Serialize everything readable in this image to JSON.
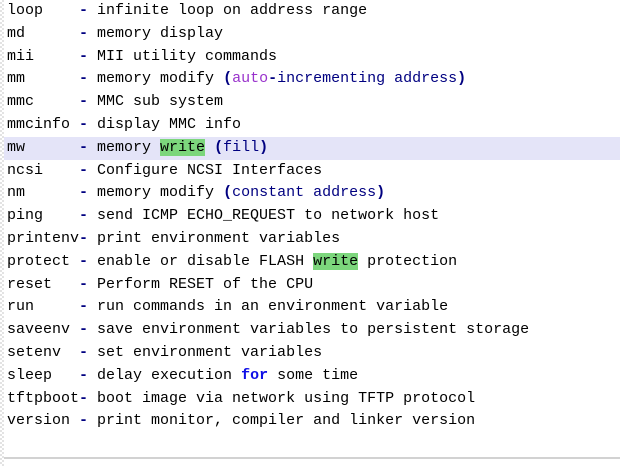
{
  "colors": {
    "text": "#000000",
    "operator": "#000080",
    "paren_content": "#000080",
    "keyword_auto": "#9932cc",
    "keyword_for": "#0f0fe6",
    "search_highlight_bg": "#7cd67c",
    "current_line_bg": "#e4e4f8",
    "divider": "#d2d2d2",
    "background": "#ffffff"
  },
  "editor": {
    "content_kind": "command help listing",
    "lines": [
      {
        "tokens": [
          {
            "t": "loop    ",
            "s": "p"
          },
          {
            "t": "-",
            "s": "op"
          },
          {
            "t": " infinite loop on address range",
            "s": "p"
          }
        ]
      },
      {
        "tokens": [
          {
            "t": "md      ",
            "s": "p"
          },
          {
            "t": "-",
            "s": "op"
          },
          {
            "t": " memory display",
            "s": "p"
          }
        ]
      },
      {
        "tokens": [
          {
            "t": "mii     ",
            "s": "p"
          },
          {
            "t": "-",
            "s": "op"
          },
          {
            "t": " MII utility commands",
            "s": "p"
          }
        ]
      },
      {
        "tokens": [
          {
            "t": "mm      ",
            "s": "p"
          },
          {
            "t": "-",
            "s": "op"
          },
          {
            "t": " memory modify ",
            "s": "p"
          },
          {
            "t": "(",
            "s": "op"
          },
          {
            "t": "auto",
            "s": "ka"
          },
          {
            "t": "-",
            "s": "op"
          },
          {
            "t": "incrementing address",
            "s": "pn"
          },
          {
            "t": ")",
            "s": "op"
          }
        ]
      },
      {
        "tokens": [
          {
            "t": "mmc     ",
            "s": "p"
          },
          {
            "t": "-",
            "s": "op"
          },
          {
            "t": " MMC sub system",
            "s": "p"
          }
        ]
      },
      {
        "tokens": [
          {
            "t": "mmcinfo ",
            "s": "p"
          },
          {
            "t": "-",
            "s": "op"
          },
          {
            "t": " display MMC info",
            "s": "p"
          }
        ]
      },
      {
        "current": true,
        "tokens": [
          {
            "t": "mw      ",
            "s": "p"
          },
          {
            "t": "-",
            "s": "op"
          },
          {
            "t": " memory ",
            "s": "p"
          },
          {
            "t": "write",
            "s": "hl"
          },
          {
            "t": " ",
            "s": "p"
          },
          {
            "t": "(",
            "s": "op"
          },
          {
            "t": "fill",
            "s": "pn"
          },
          {
            "t": ")",
            "s": "op"
          }
        ]
      },
      {
        "tokens": [
          {
            "t": "ncsi    ",
            "s": "p"
          },
          {
            "t": "-",
            "s": "op"
          },
          {
            "t": " Configure NCSI Interfaces",
            "s": "p"
          }
        ]
      },
      {
        "tokens": [
          {
            "t": "nm      ",
            "s": "p"
          },
          {
            "t": "-",
            "s": "op"
          },
          {
            "t": " memory modify ",
            "s": "p"
          },
          {
            "t": "(",
            "s": "op"
          },
          {
            "t": "constant address",
            "s": "pn"
          },
          {
            "t": ")",
            "s": "op"
          }
        ]
      },
      {
        "tokens": [
          {
            "t": "ping    ",
            "s": "p"
          },
          {
            "t": "-",
            "s": "op"
          },
          {
            "t": " send ICMP ECHO_REQUEST to network host",
            "s": "p"
          }
        ]
      },
      {
        "tokens": [
          {
            "t": "printenv",
            "s": "p"
          },
          {
            "t": "-",
            "s": "op"
          },
          {
            "t": " print environment variables",
            "s": "p"
          }
        ]
      },
      {
        "tokens": [
          {
            "t": "protect ",
            "s": "p"
          },
          {
            "t": "-",
            "s": "op"
          },
          {
            "t": " enable or disable FLASH ",
            "s": "p"
          },
          {
            "t": "write",
            "s": "hl"
          },
          {
            "t": " protection",
            "s": "p"
          }
        ]
      },
      {
        "tokens": [
          {
            "t": "reset   ",
            "s": "p"
          },
          {
            "t": "-",
            "s": "op"
          },
          {
            "t": " Perform RESET of the CPU",
            "s": "p"
          }
        ]
      },
      {
        "tokens": [
          {
            "t": "run     ",
            "s": "p"
          },
          {
            "t": "-",
            "s": "op"
          },
          {
            "t": " run commands in an environment variable",
            "s": "p"
          }
        ]
      },
      {
        "tokens": [
          {
            "t": "saveenv ",
            "s": "p"
          },
          {
            "t": "-",
            "s": "op"
          },
          {
            "t": " save environment variables to persistent storage",
            "s": "p"
          }
        ]
      },
      {
        "tokens": [
          {
            "t": "setenv  ",
            "s": "p"
          },
          {
            "t": "-",
            "s": "op"
          },
          {
            "t": " set environment variables",
            "s": "p"
          }
        ]
      },
      {
        "tokens": [
          {
            "t": "sleep   ",
            "s": "p"
          },
          {
            "t": "-",
            "s": "op"
          },
          {
            "t": " delay execution ",
            "s": "p"
          },
          {
            "t": "for",
            "s": "kf"
          },
          {
            "t": " some time",
            "s": "p"
          }
        ]
      },
      {
        "tokens": [
          {
            "t": "tftpboot",
            "s": "p"
          },
          {
            "t": "-",
            "s": "op"
          },
          {
            "t": " boot image via network using TFTP protocol",
            "s": "p"
          }
        ]
      },
      {
        "tokens": [
          {
            "t": "version ",
            "s": "p"
          },
          {
            "t": "-",
            "s": "op"
          },
          {
            "t": " print monitor, compiler and linker version",
            "s": "p"
          }
        ]
      }
    ]
  }
}
